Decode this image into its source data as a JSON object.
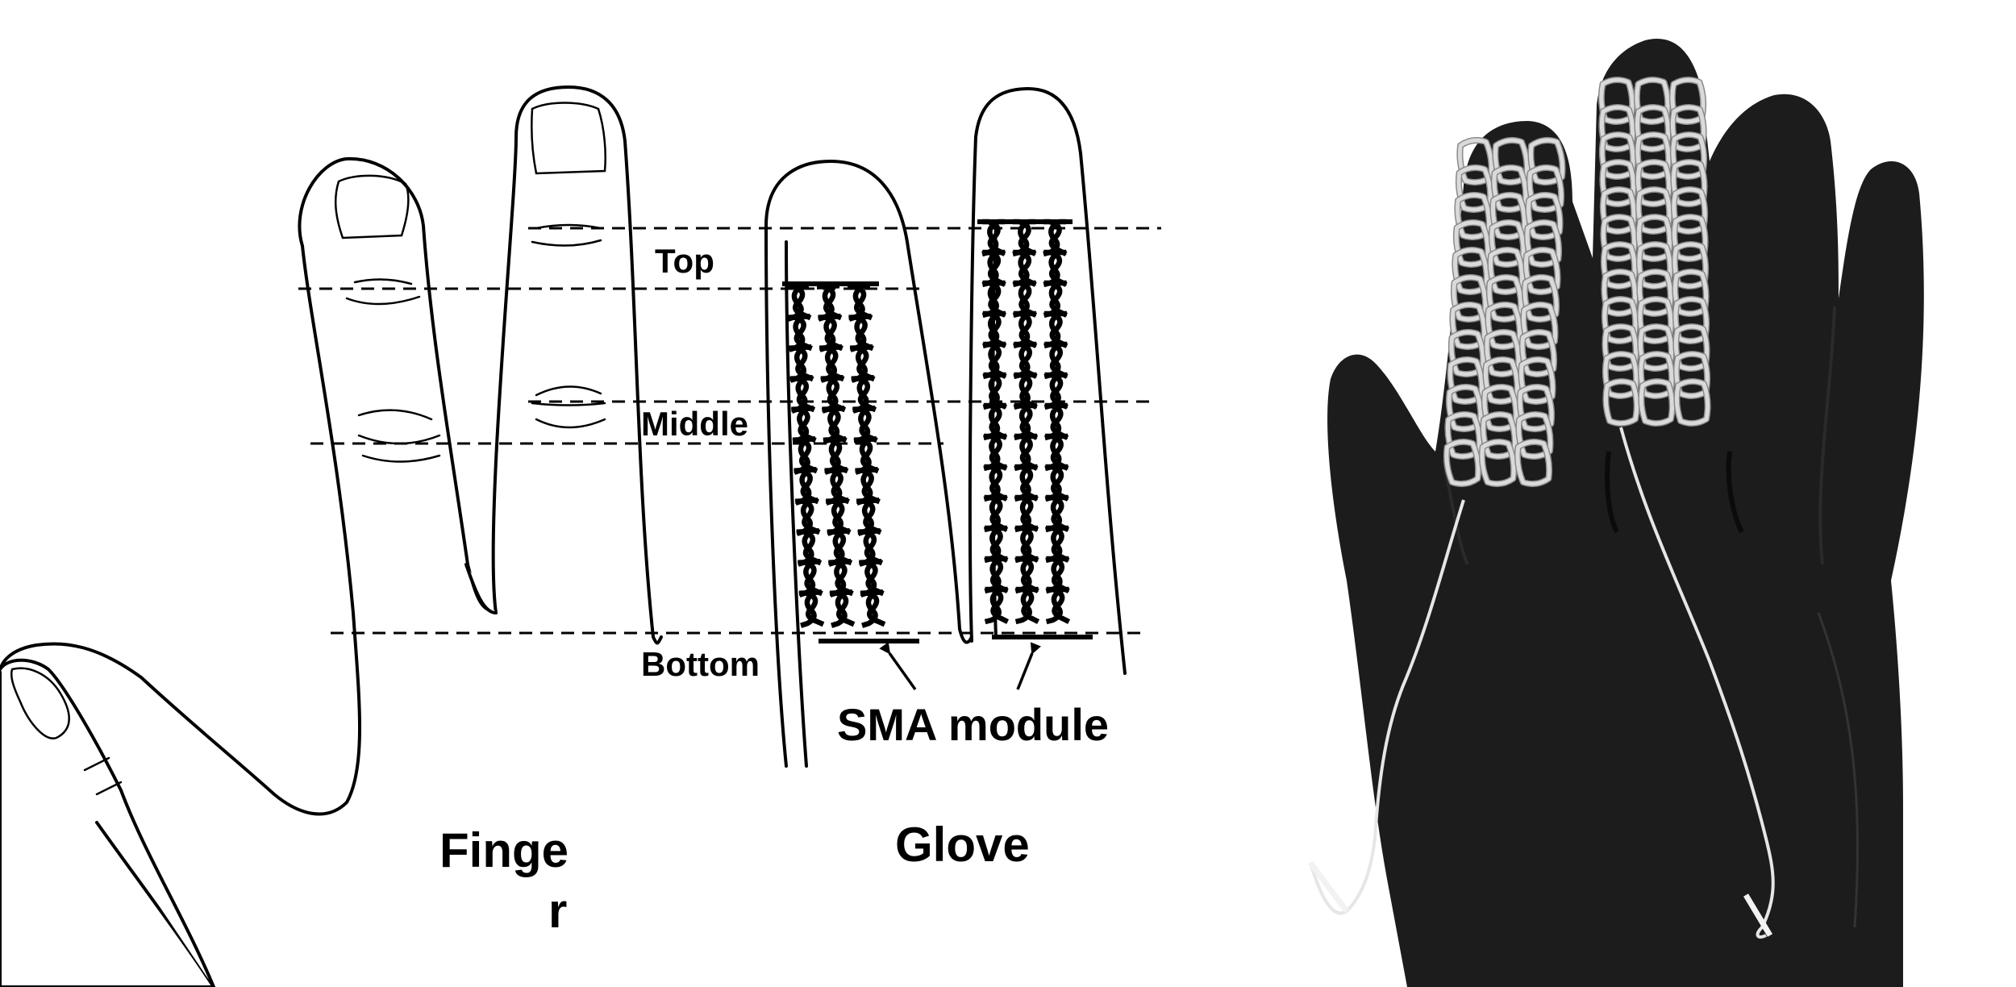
{
  "labels": {
    "top": "Top",
    "middle": "Middle",
    "bottom": "Bottom",
    "sma_module": "SMA module",
    "finger_line1": "Finge",
    "finger_line2": "r",
    "glove": "Glove"
  },
  "colors": {
    "line": "#000000",
    "background": "#ffffff",
    "glove_fabric": "#1c1c1c",
    "sma_wire_photo": "#dadada"
  },
  "icons": {
    "arrow": "arrow-up-left"
  }
}
